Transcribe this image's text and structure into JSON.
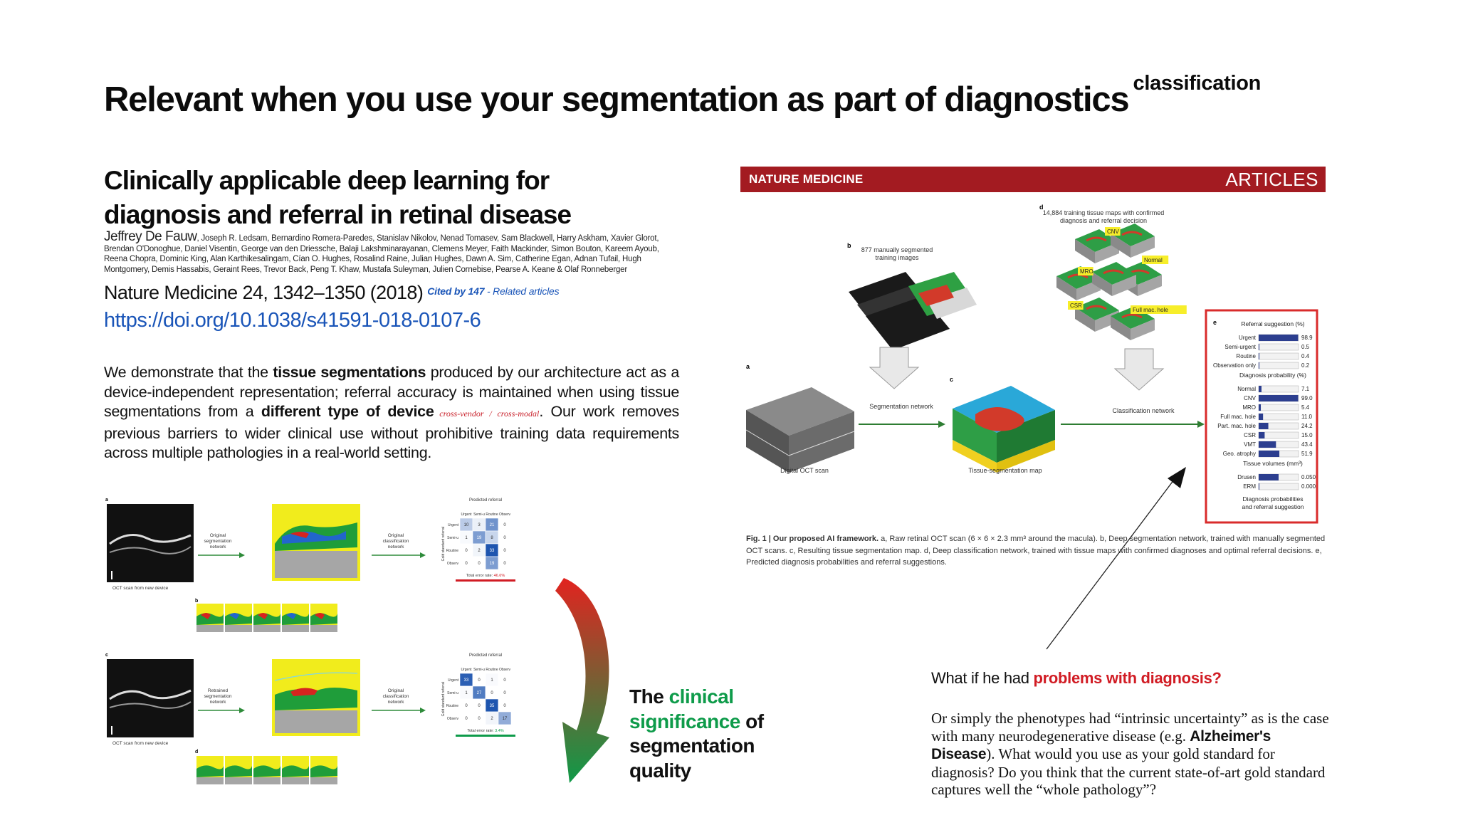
{
  "slide": {
    "title": "Relevant when you use your segmentation as part of diagnostics",
    "title_superscript": "classification"
  },
  "paper": {
    "title": "Clinically applicable deep learning for diagnosis and referral in retinal disease",
    "first_author": "Jeffrey De Fauw",
    "other_authors": ", Joseph R. Ledsam, Bernardino Romera-Paredes, Stanislav Nikolov, Nenad Tomasev, Sam Blackwell, Harry Askham, Xavier Glorot, Brendan O'Donoghue, Daniel Visentin, George van den Driessche, Balaji Lakshminarayanan, Clemens Meyer, Faith Mackinder, Simon Bouton, Kareem Ayoub, Reena Chopra, Dominic King, Alan Karthikesalingam, Cían O. Hughes, Rosalind Raine, Julian Hughes, Dawn A. Sim, Catherine Egan, Adnan Tufail, Hugh Montgomery, Demis Hassabis, Geraint Rees, Trevor Back, Peng T. Khaw, Mustafa Suleyman, Julien Cornebise, Pearse A. Keane & Olaf Ronneberger",
    "journal": "Nature Medicine 24, 1342–1350 (2018)",
    "cited_by": "Cited by 147",
    "related": " - Related articles",
    "doi": "https://doi.org/10.1038/s41591-018-0107-6"
  },
  "abstract": {
    "p1": "We demonstrate that the ",
    "b1": "tissue segmentations",
    "p2": " produced by our architecture act as a device-independent representation; referral accuracy is maintained when using tissue segmentations from a ",
    "b2": "different type of device",
    "note": " cross-vendor / cross-modal",
    "p3": ". Our work removes previous barriers to wider clinical use without prohibitive training data requirements across multiple pathologies in a real-world setting."
  },
  "left_figure": {
    "panel_a": "a",
    "panel_b": "b",
    "panel_c": "c",
    "panel_d": "d",
    "oct_label": "OCT scan from new device",
    "seg_net_original": "Original segmentation network",
    "seg_net_retrained": "Retrained segmentation network",
    "class_net": "Original classification network",
    "predicted_referral": "Predicted referral",
    "gold_standard": "Gold standard referral",
    "col_headers": [
      "Urgent",
      "Semi-urgent",
      "Routine",
      "Observation"
    ],
    "row_headers": [
      "Urgent",
      "Semi-urgent",
      "Routine",
      "Observation"
    ],
    "matrix_top": [
      [
        10,
        3,
        21,
        0
      ],
      [
        1,
        19,
        8,
        0
      ],
      [
        0,
        2,
        33,
        0
      ],
      [
        0,
        0,
        19,
        0
      ]
    ],
    "matrix_bottom": [
      [
        33,
        0,
        1,
        0
      ],
      [
        1,
        27,
        0,
        0
      ],
      [
        0,
        0,
        35,
        0
      ],
      [
        0,
        0,
        2,
        17
      ]
    ],
    "error_label": "Total error rate:",
    "error_top": "46.6%",
    "error_bottom": "3.4%"
  },
  "significance": {
    "w1": "The ",
    "w2": "clinical significance",
    "w3": " of segmentation quality"
  },
  "right_figure": {
    "journal": "NATURE MEDICINE",
    "section": "ARTICLES",
    "label_a": "a",
    "label_b": "b",
    "label_c": "c",
    "label_d": "d",
    "label_e": "e",
    "b_text": "877 manually segmented training images",
    "d_text": "14,884 training tissue maps with confirmed diagnosis and referral decision",
    "oct_scan": "Digital OCT scan",
    "seg_network": "Segmentation network",
    "tissue_map": "Tissue-segmentation map",
    "class_network": "Classification network",
    "tags": [
      "CNV",
      "MRO",
      "Normal",
      "CSR",
      "Full mac. hole"
    ],
    "referral_title": "Referral suggestion (%)",
    "referral": [
      {
        "label": "Urgent",
        "value": "98.9",
        "frac": 0.989
      },
      {
        "label": "Semi-urgent",
        "value": "0.5",
        "frac": 0.005
      },
      {
        "label": "Routine",
        "value": "0.4",
        "frac": 0.004
      },
      {
        "label": "Observation only",
        "value": "0.2",
        "frac": 0.002
      }
    ],
    "diagnosis_title": "Diagnosis probability (%)",
    "diagnosis": [
      {
        "label": "Normal",
        "value": "7.1",
        "frac": 0.071
      },
      {
        "label": "CNV",
        "value": "99.0",
        "frac": 0.99
      },
      {
        "label": "MRO",
        "value": "5.4",
        "frac": 0.054
      },
      {
        "label": "Full mac. hole",
        "value": "11.0",
        "frac": 0.11
      },
      {
        "label": "Part. mac. hole",
        "value": "24.2",
        "frac": 0.242
      },
      {
        "label": "CSR",
        "value": "15.0",
        "frac": 0.15
      },
      {
        "label": "VMT",
        "value": "43.4",
        "frac": 0.434
      },
      {
        "label": "Geo. atrophy",
        "value": "51.9",
        "frac": 0.519
      }
    ],
    "volume_title": "Tissue volumes (mm³)",
    "volumes": [
      {
        "label": "Drusen",
        "value": "0.050",
        "frac": 0.5
      },
      {
        "label": "ERM",
        "value": "0.000",
        "frac": 0.0
      }
    ],
    "e_footer": "Diagnosis probabilities and referral suggestion",
    "caption_bold": "Fig. 1 | Our proposed AI framework.",
    "caption_text": " a, Raw retinal OCT scan (6 × 6 × 2.3 mm³ around the macula). b, Deep segmentation network, trained with manually segmented OCT scans. c, Resulting tissue segmentation map. d, Deep classification network, trained with tissue maps with confirmed diagnoses and optimal referral decisions. e, Predicted diagnosis probabilities and referral suggestions."
  },
  "question": {
    "lead": "What if he had ",
    "highlight": "problems with diagnosis?"
  },
  "paragraph": {
    "t1": "Or simply the phenotypes had “intrinsic uncertainty” as is the case with many neurodegenerative disease (e.g. ",
    "disease": "Alzheimer's Disease",
    "t2": "). What would you use as your gold standard for diagnosis? Do you think that the current state-of-art gold standard captures well the “whole pathology”?"
  },
  "colors": {
    "accent_red": "#d11c24",
    "accent_green": "#0e9b4a",
    "link_blue": "#1a55b8",
    "journal_bar": "#a31b21"
  }
}
